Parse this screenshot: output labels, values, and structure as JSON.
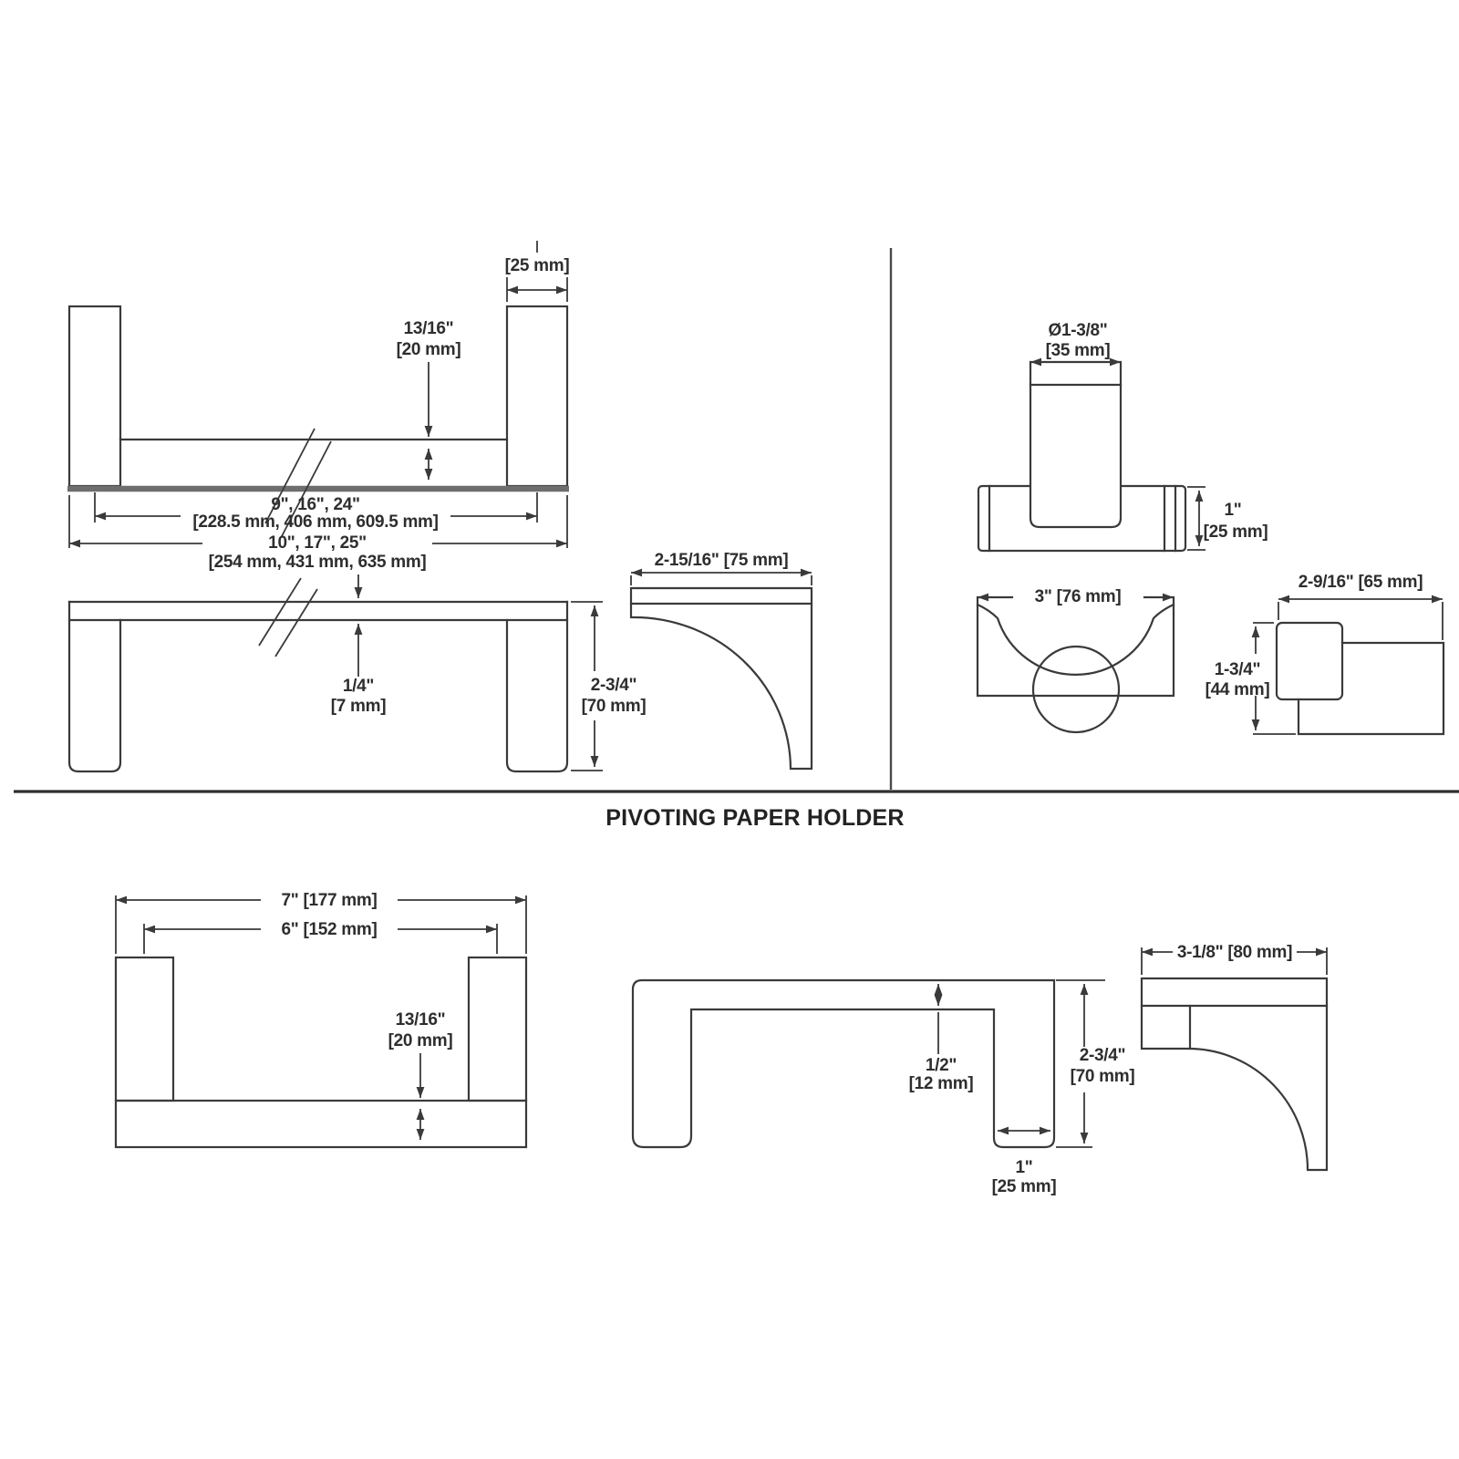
{
  "title": "PIVOTING PAPER HOLDER",
  "colors": {
    "line": "#3a3a3a",
    "text": "#2e2e2e",
    "background": "#ffffff",
    "base_bar": "#6e6e6e"
  },
  "figures": {
    "towel_bar_front": {
      "end_width_mm": "[25 mm]",
      "drop_in": "13/16\"",
      "drop_mm": "[20 mm]",
      "centers_in": "9\", 16\", 24\"",
      "centers_mm": "[228.5 mm, 406 mm, 609.5 mm]",
      "overall_in": "10\", 17\", 25\"",
      "overall_mm": "[254 mm, 431 mm, 635 mm]"
    },
    "towel_bar_top": {
      "bar_thickness_in": "1/4\"",
      "bar_thickness_mm": "[7 mm]",
      "depth_in": "2-3/4\"",
      "depth_mm": "[70 mm]"
    },
    "towel_bar_profile": {
      "width": "2-15/16\" [75 mm]"
    },
    "hook_front": {
      "diameter_in": "Ø1-3/8\"",
      "diameter_mm": "[35 mm]",
      "height_in": "1\"",
      "height_mm": "[25 mm]"
    },
    "hook_top": {
      "width": "3\" [76 mm]"
    },
    "hook_side": {
      "width": "2-9/16\" [65 mm]",
      "height_in": "1-3/4\"",
      "height_mm": "[44 mm]"
    },
    "paper_holder_front": {
      "overall": "7\" [177 mm]",
      "centers": "6\" [152 mm]",
      "base_in": "13/16\"",
      "base_mm": "[20 mm]"
    },
    "paper_holder_top": {
      "bar_thickness_in": "1/2\"",
      "bar_thickness_mm": "[12 mm]",
      "post_in": "1\"",
      "post_mm": "[25 mm]",
      "depth_in": "2-3/4\"",
      "depth_mm": "[70 mm]"
    },
    "paper_holder_profile": {
      "width": "3-1/8\" [80 mm]"
    }
  }
}
